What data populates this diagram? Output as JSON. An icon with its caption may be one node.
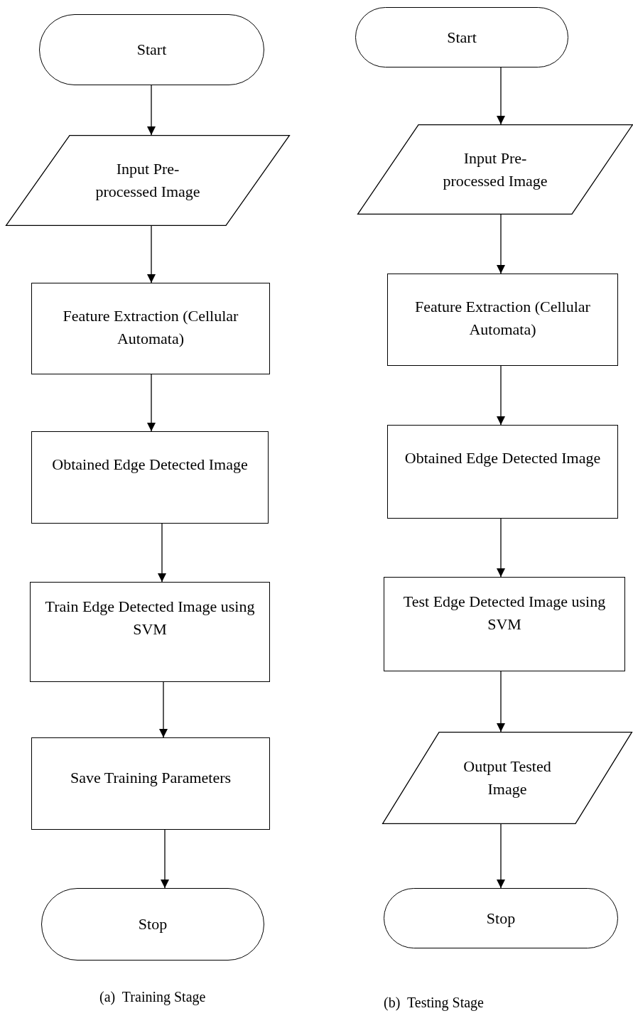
{
  "diagram": {
    "nodes": [
      {
        "text": [
          "Start"
        ]
      },
      {
        "text": [
          "Input Pre-processed Image"
        ]
      },
      {
        "text": [
          "Feature Extraction (Cellular Automata)"
        ]
      },
      {
        "text": [
          "Obtained Edge Detected Image"
        ]
      },
      {
        "text": [
          "Train Edge Detected Image using SVM"
        ]
      },
      {
        "text": [
          "Save Training Parameters"
        ]
      },
      {
        "text": [
          "Stop"
        ]
      },
      {
        "text": [
          "Start"
        ]
      },
      {
        "text": [
          "Input Pre-processed Image"
        ]
      },
      {
        "text": [
          "Feature Extraction (Cellular Automata)"
        ]
      },
      {
        "text": [
          "Obtained Edge Detected Image"
        ]
      },
      {
        "text": [
          "Test Edge Detected Image using SVM"
        ]
      },
      {
        "text": [
          "Output Tested Image"
        ]
      },
      {
        "text": [
          "Stop"
        ]
      }
    ],
    "edges": [
      {
        "from": 0,
        "to": 1,
        "arrow": "to"
      },
      {
        "from": 1,
        "to": 2,
        "arrow": "to"
      },
      {
        "from": 2,
        "to": 3,
        "arrow": "to"
      },
      {
        "from": 3,
        "to": 4,
        "arrow": "to"
      },
      {
        "from": 4,
        "to": 5,
        "arrow": "to"
      },
      {
        "from": 5,
        "to": 6,
        "arrow": "to"
      },
      {
        "from": 7,
        "to": 8,
        "arrow": "to"
      },
      {
        "from": 8,
        "to": 9,
        "arrow": "to"
      },
      {
        "from": 9,
        "to": 10,
        "arrow": "to"
      },
      {
        "from": 10,
        "to": 11,
        "arrow": "to"
      },
      {
        "from": 11,
        "to": 12,
        "arrow": "to"
      },
      {
        "from": 12,
        "to": 13,
        "arrow": "to"
      }
    ],
    "labels": [
      "(a)  Training Stage",
      "(b)  Testing Stage"
    ]
  }
}
